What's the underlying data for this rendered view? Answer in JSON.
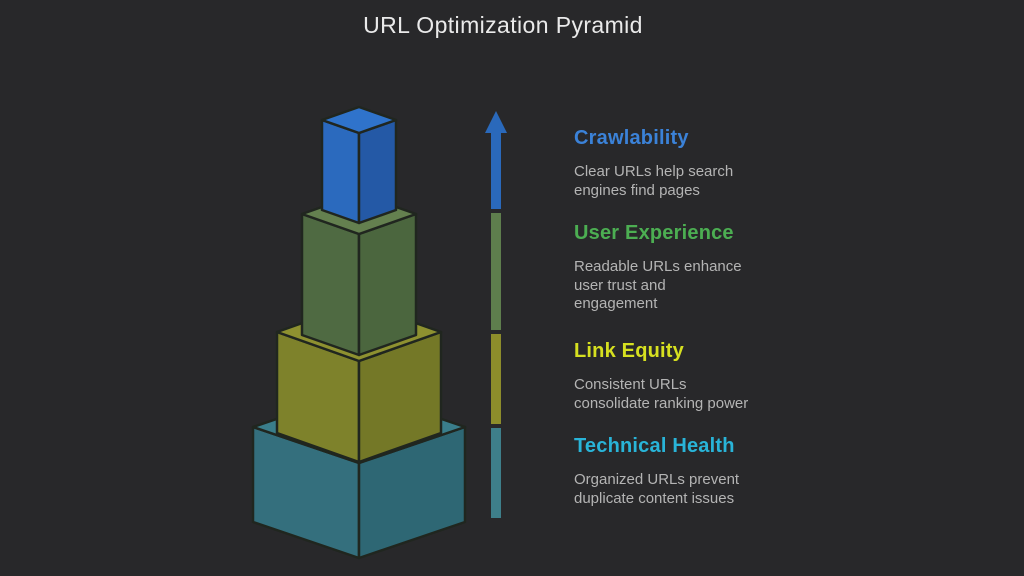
{
  "title": "URL Optimization Pyramid",
  "background_color": "#28282a",
  "outline_color": "#20261f",
  "body_text_color": "#b4b4b4",
  "levels": [
    {
      "id": "crawlability",
      "label": "Crawlability",
      "description": "Clear URLs help search\nengines find pages",
      "heading_color": "#3b82d8",
      "arrow_color": "#2a69bb",
      "faces": {
        "top": "#2f73cb",
        "left": "#2b6abe",
        "right": "#2459a6"
      }
    },
    {
      "id": "user-experience",
      "label": "User Experience",
      "description": "Readable URLs enhance\nuser trust and\nengagement",
      "heading_color": "#4cae52",
      "arrow_color": "#5e7e4d",
      "faces": {
        "top": "#64804f",
        "left": "#4f6a42",
        "right": "#4b663e"
      }
    },
    {
      "id": "link-equity",
      "label": "Link Equity",
      "description": "Consistent URLs\nconsolidate ranking power",
      "heading_color": "#d6e020",
      "arrow_color": "#8d8d2b",
      "faces": {
        "top": "#8e9130",
        "left": "#7e822b",
        "right": "#747827"
      }
    },
    {
      "id": "technical-health",
      "label": "Technical Health",
      "description": "Organized URLs prevent\nduplicate content issues",
      "heading_color": "#29b4d8",
      "arrow_color": "#3e7f8a",
      "faces": {
        "top": "#3a7e8b",
        "left": "#346f7d",
        "right": "#2e6774"
      }
    }
  ]
}
